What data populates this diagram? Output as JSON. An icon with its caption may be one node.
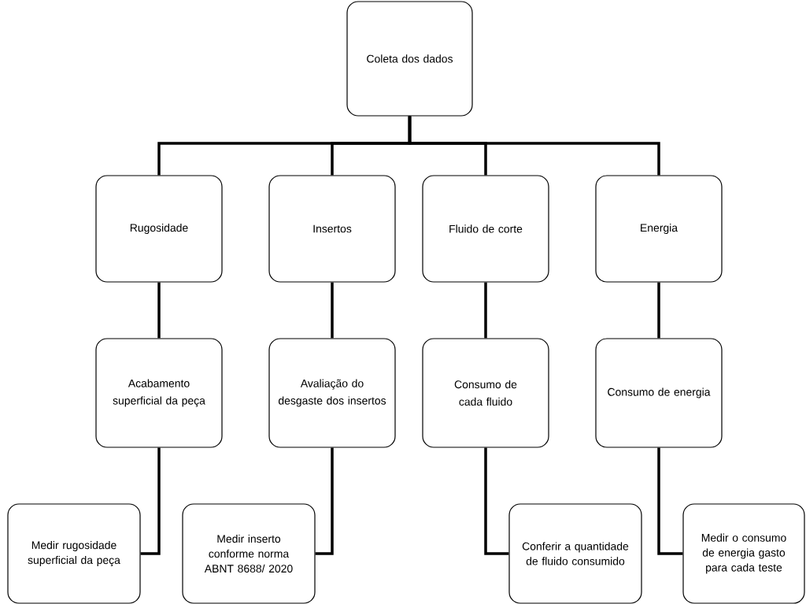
{
  "diagram": {
    "nodes": [
      {
        "text": [
          "Coleta dos dados"
        ]
      },
      {
        "text": [
          "Rugosidade"
        ]
      },
      {
        "text": [
          "Insertos"
        ]
      },
      {
        "text": [
          "Fluido de corte"
        ]
      },
      {
        "text": [
          "Energia"
        ]
      },
      {
        "text": [
          "Acabamento superficial da peça"
        ]
      },
      {
        "text": [
          "Avaliação do desgaste dos insertos"
        ]
      },
      {
        "text": [
          "Consumo de cada fluido"
        ]
      },
      {
        "text": [
          "Consumo de energia"
        ]
      },
      {
        "text": [
          "Medir rugosidade superficial da peça"
        ]
      },
      {
        "text": [
          "Medir inserto conforme norma ABNT 8688/ 2020"
        ]
      },
      {
        "text": [
          "Conferir a quantidade de fluido consumido"
        ]
      },
      {
        "text": [
          "Medir o consumo de energia gasto para cada teste"
        ]
      }
    ],
    "edges": [
      {
        "from": 0,
        "to": 1,
        "arrow": "none"
      },
      {
        "from": 0,
        "to": 2,
        "arrow": "none"
      },
      {
        "from": 0,
        "to": 3,
        "arrow": "none"
      },
      {
        "from": 0,
        "to": 4,
        "arrow": "none"
      },
      {
        "from": 1,
        "to": 5,
        "arrow": "none"
      },
      {
        "from": 2,
        "to": 6,
        "arrow": "none"
      },
      {
        "from": 3,
        "to": 7,
        "arrow": "none"
      },
      {
        "from": 4,
        "to": 8,
        "arrow": "none"
      },
      {
        "from": 5,
        "to": 9,
        "arrow": "none"
      },
      {
        "from": 6,
        "to": 10,
        "arrow": "none"
      },
      {
        "from": 7,
        "to": 11,
        "arrow": "none"
      },
      {
        "from": 8,
        "to": 12,
        "arrow": "none"
      }
    ]
  }
}
